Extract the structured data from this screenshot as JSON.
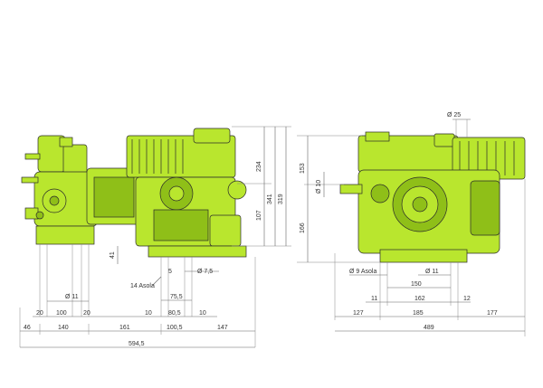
{
  "colors": {
    "body": "#b9e62e",
    "body_dark": "#8fbf18",
    "ink": "#2b2b2b",
    "dim_line": "#666666",
    "text": "#333333"
  },
  "dims": {
    "d341": "341",
    "d234": "234",
    "d107": "107",
    "d41": "41",
    "d319": "319",
    "d153": "153",
    "d166": "166",
    "d14asola": "14 Asola",
    "d5": "5",
    "dia75": "Ø 7,5",
    "d755": "75,5",
    "dia11a": "Ø 11",
    "d20a": "20",
    "d100": "100",
    "d20b": "20",
    "d10a": "10",
    "d805": "80,5",
    "d10b": "10",
    "d46": "46",
    "d140": "140",
    "d161": "161",
    "d1005": "100,5",
    "d147": "147",
    "d5945": "594,5",
    "dia25": "Ø 25",
    "dia10": "Ø 10",
    "dia9asola": "Ø 9 Asola",
    "dia11b": "Ø 11",
    "d150": "150",
    "d11": "11",
    "d162": "162",
    "d12": "12",
    "d127": "127",
    "d185": "185",
    "d177": "177",
    "d489": "489"
  }
}
